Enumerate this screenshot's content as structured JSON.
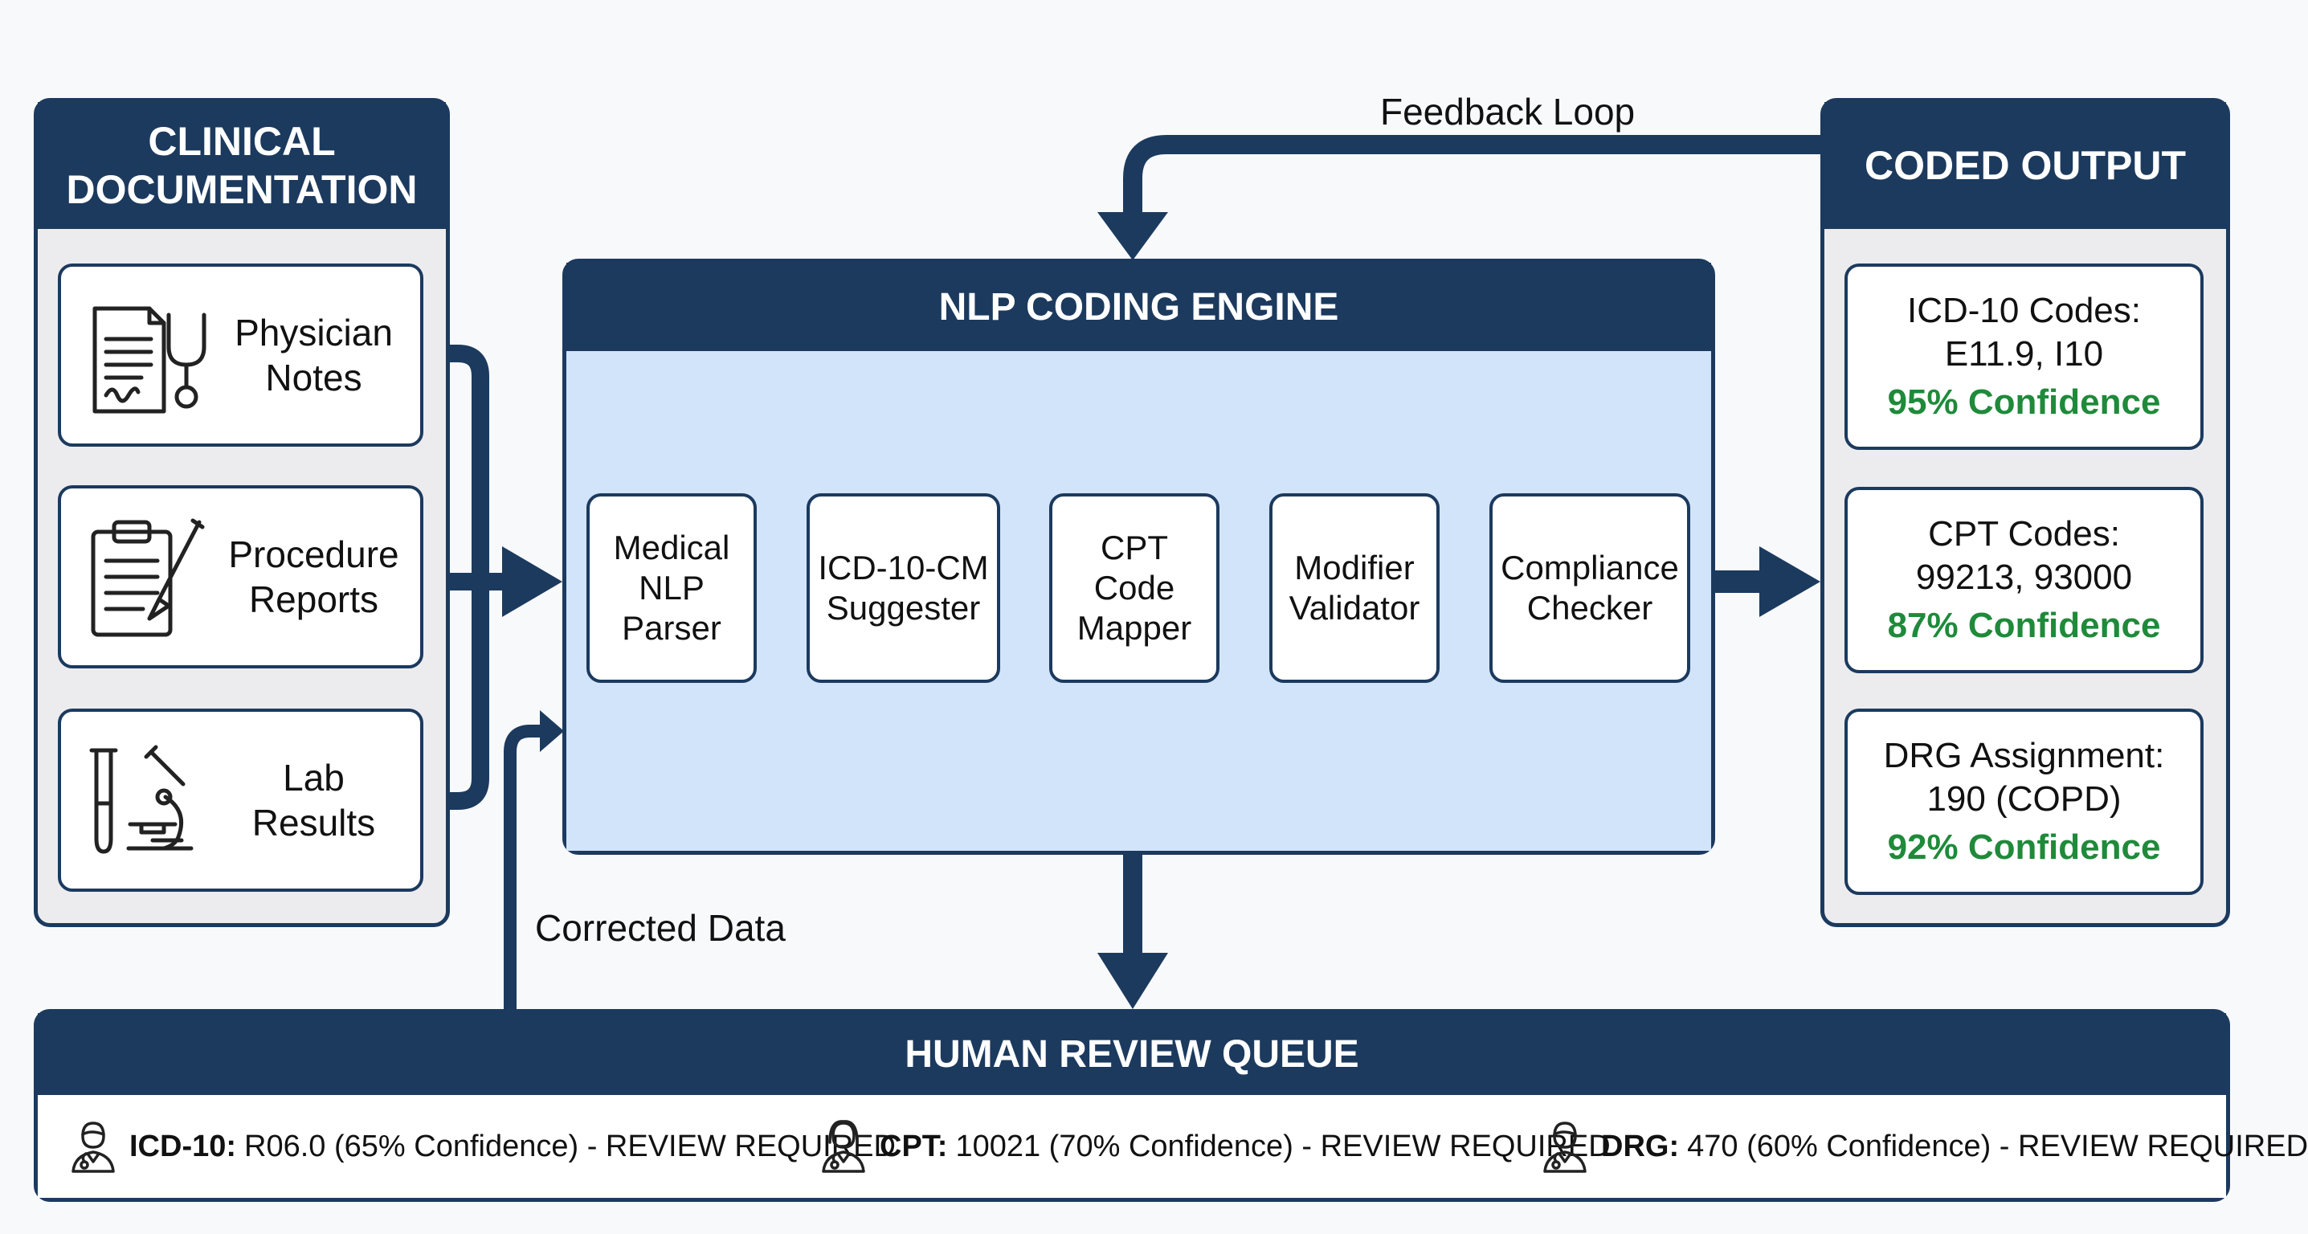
{
  "colors": {
    "navy": "#1c3a5e",
    "engine_fill": "#d2e4fa",
    "confidence_green": "#1f8a3a",
    "panel_fill": "#ececee"
  },
  "clinical_documentation": {
    "title": "CLINICAL\nDOCUMENTATION",
    "sources": [
      {
        "label": "Physician\nNotes",
        "icon": "physician-notes-icon"
      },
      {
        "label": "Procedure\nReports",
        "icon": "procedure-reports-icon"
      },
      {
        "label": "Lab\nResults",
        "icon": "lab-results-icon"
      }
    ]
  },
  "engine": {
    "title": "NLP CODING ENGINE",
    "nodes": [
      {
        "label": "Medical\nNLP\nParser"
      },
      {
        "label": "ICD-10-CM\nSuggester"
      },
      {
        "label": "CPT\nCode\nMapper"
      },
      {
        "label": "Modifier\nValidator"
      },
      {
        "label": "Compliance\nChecker"
      }
    ]
  },
  "coded_output": {
    "title": "CODED OUTPUT",
    "cards": [
      {
        "title": "ICD-10 Codes:\nE11.9, I10",
        "confidence": "95% Confidence"
      },
      {
        "title": "CPT Codes:\n99213, 93000",
        "confidence": "87% Confidence"
      },
      {
        "title": "DRG Assignment:\n190 (COPD)",
        "confidence": "92% Confidence"
      }
    ]
  },
  "flows": {
    "feedback_loop": "Feedback Loop",
    "corrected_data": "Corrected Data"
  },
  "review_queue": {
    "title": "HUMAN REVIEW QUEUE",
    "items": [
      {
        "label": "ICD-10:",
        "text": "R06.0 (65% Confidence) - REVIEW REQUIRED",
        "icon": "reviewer-icon"
      },
      {
        "label": "CPT:",
        "text": "10021 (70% Confidence) - REVIEW REQUIRED",
        "icon": "reviewer-icon"
      },
      {
        "label": "DRG:",
        "text": "470 (60% Confidence) - REVIEW REQUIRED",
        "icon": "reviewer-icon"
      }
    ]
  }
}
